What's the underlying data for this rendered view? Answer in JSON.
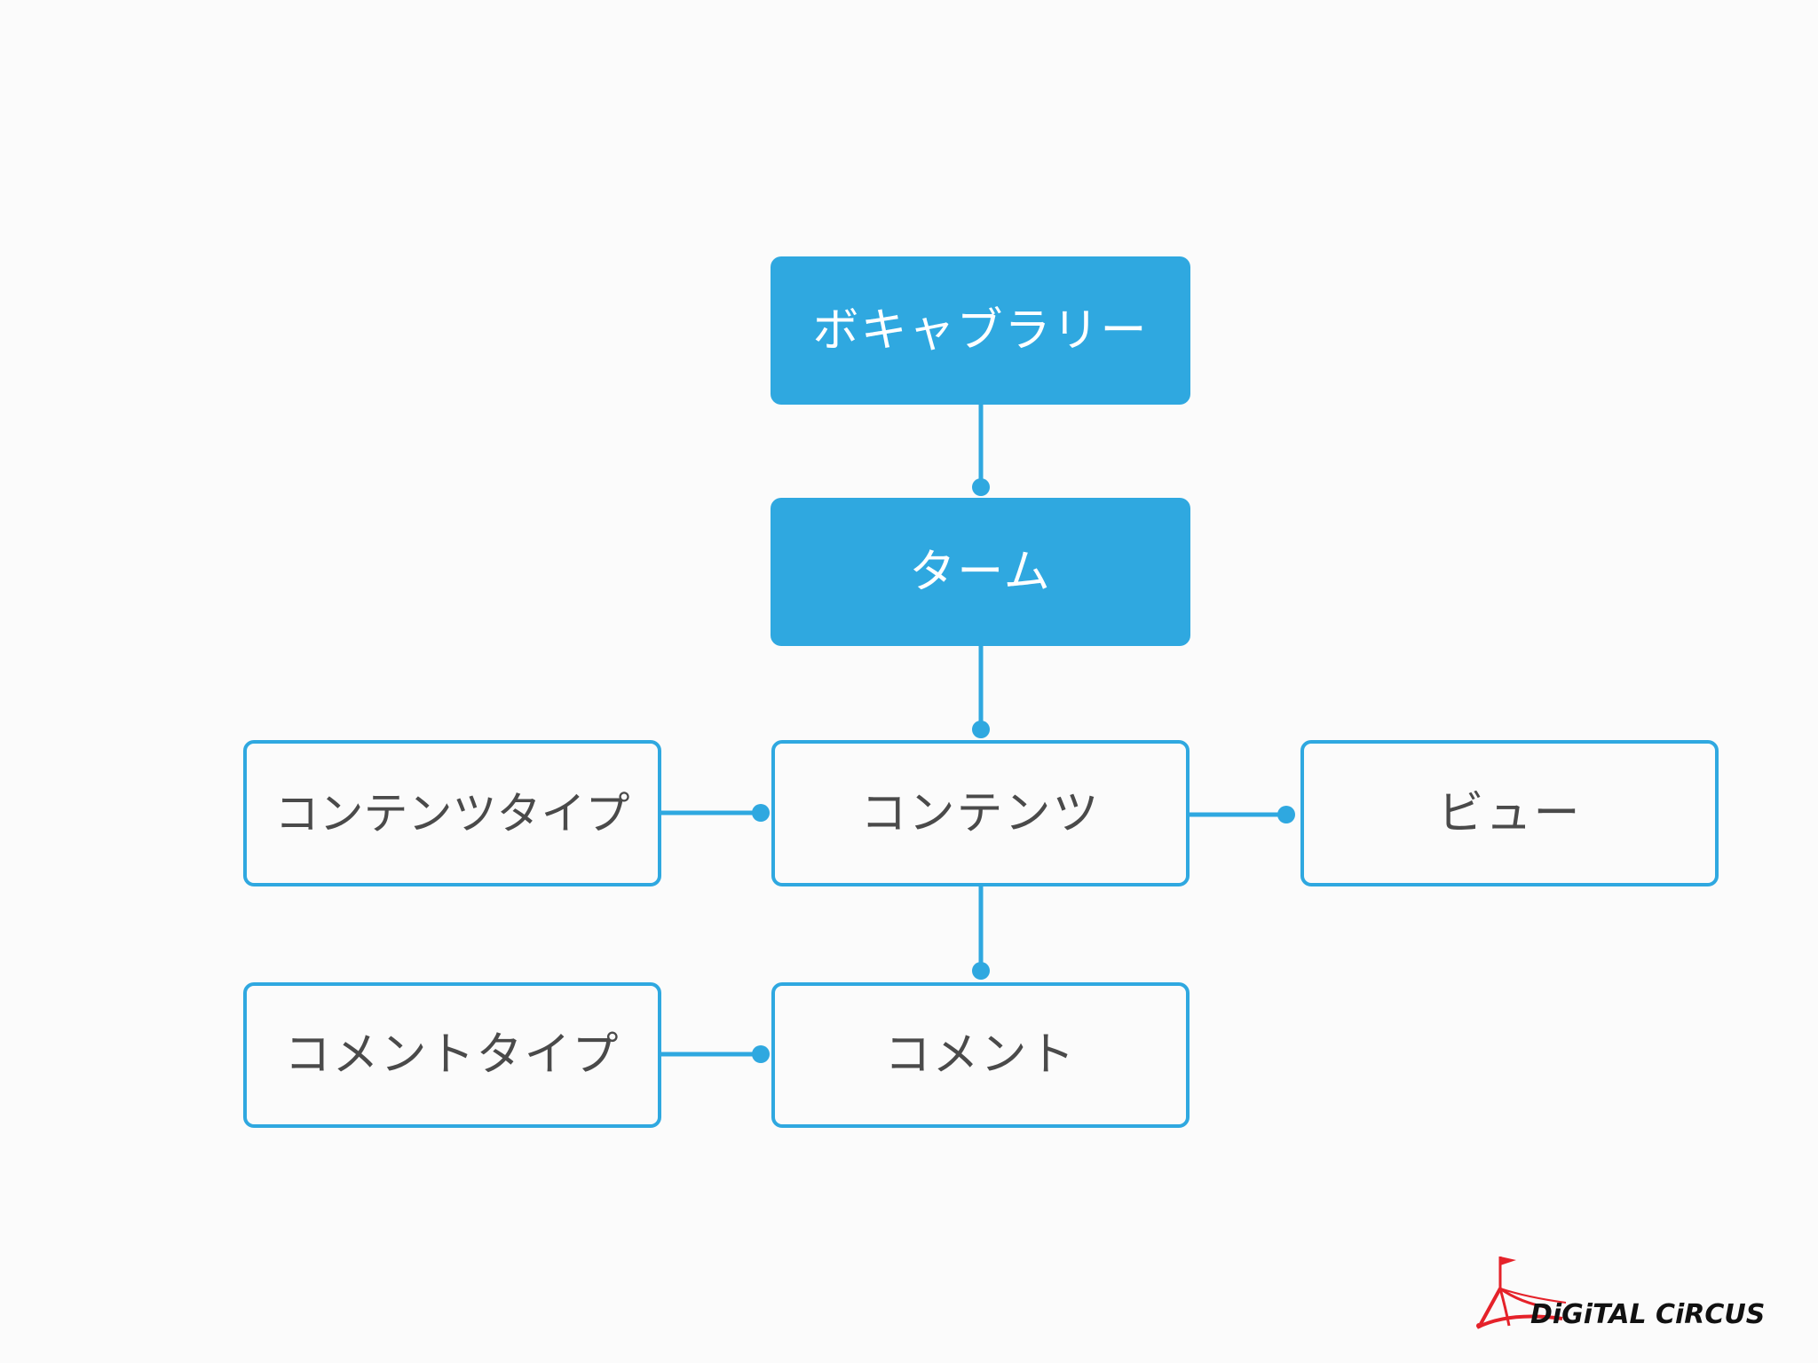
{
  "colors": {
    "accent": "#2fa8e0",
    "background": "#fbfbfb",
    "outline_text": "#4a4a4a",
    "filled_text": "#ffffff",
    "logo_red": "#e5222a"
  },
  "nodes": {
    "vocabulary": "ボキャブラリー",
    "term": "ターム",
    "content_type": "コンテンツタイプ",
    "content": "コンテンツ",
    "view": "ビュー",
    "comment_type": "コメントタイプ",
    "comment": "コメント"
  },
  "edges": [
    {
      "from": "vocabulary",
      "to": "term"
    },
    {
      "from": "term",
      "to": "content"
    },
    {
      "from": "content_type",
      "to": "content"
    },
    {
      "from": "content",
      "to": "view"
    },
    {
      "from": "content",
      "to": "comment"
    },
    {
      "from": "comment_type",
      "to": "comment"
    }
  ],
  "logo": {
    "text": "DiGiTAL CiRCUS",
    "icon": "circus-tent-flag-icon"
  }
}
